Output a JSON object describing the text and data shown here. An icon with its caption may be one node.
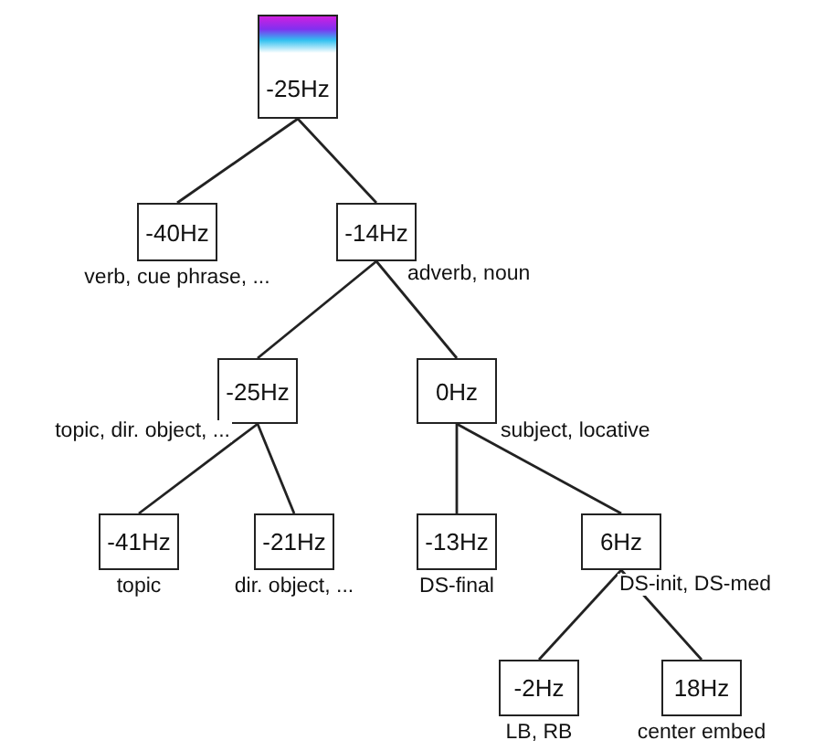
{
  "diagram": {
    "nodes": [
      {
        "text": [
          "-25Hz"
        ]
      },
      {
        "text": [
          "-40Hz"
        ],
        "beside": [
          "verb, cue phrase, ..."
        ]
      },
      {
        "text": [
          "-14Hz"
        ]
      },
      {
        "text": [
          "-25Hz"
        ]
      },
      {
        "text": [
          "0Hz"
        ]
      },
      {
        "text": [
          "-41Hz"
        ],
        "beside": [
          "topic"
        ]
      },
      {
        "text": [
          "-21Hz"
        ],
        "beside": [
          "dir. object, ..."
        ]
      },
      {
        "text": [
          "-13Hz"
        ],
        "beside": [
          "DS-final"
        ]
      },
      {
        "text": [
          "6Hz"
        ]
      },
      {
        "text": [
          "-2Hz"
        ],
        "beside": [
          "LB, RB"
        ]
      },
      {
        "text": [
          "18Hz"
        ],
        "beside": [
          "center embed"
        ]
      }
    ],
    "edges": [
      {
        "from": 0,
        "to": 1,
        "arrow": "none"
      },
      {
        "from": 0,
        "to": 2,
        "arrow": "none"
      },
      {
        "from": 2,
        "to": 3,
        "arrow": "none"
      },
      {
        "from": 2,
        "to": 4,
        "arrow": "none",
        "label": "adverb, noun"
      },
      {
        "from": 3,
        "to": 5,
        "arrow": "none",
        "label": "topic, dir. object, ..."
      },
      {
        "from": 3,
        "to": 6,
        "arrow": "none"
      },
      {
        "from": 4,
        "to": 7,
        "arrow": "none"
      },
      {
        "from": 4,
        "to": 8,
        "arrow": "none",
        "label": "subject, locative"
      },
      {
        "from": 8,
        "to": 9,
        "arrow": "none"
      },
      {
        "from": 8,
        "to": 10,
        "arrow": "none",
        "label": "DS-init, DS-med"
      }
    ]
  }
}
